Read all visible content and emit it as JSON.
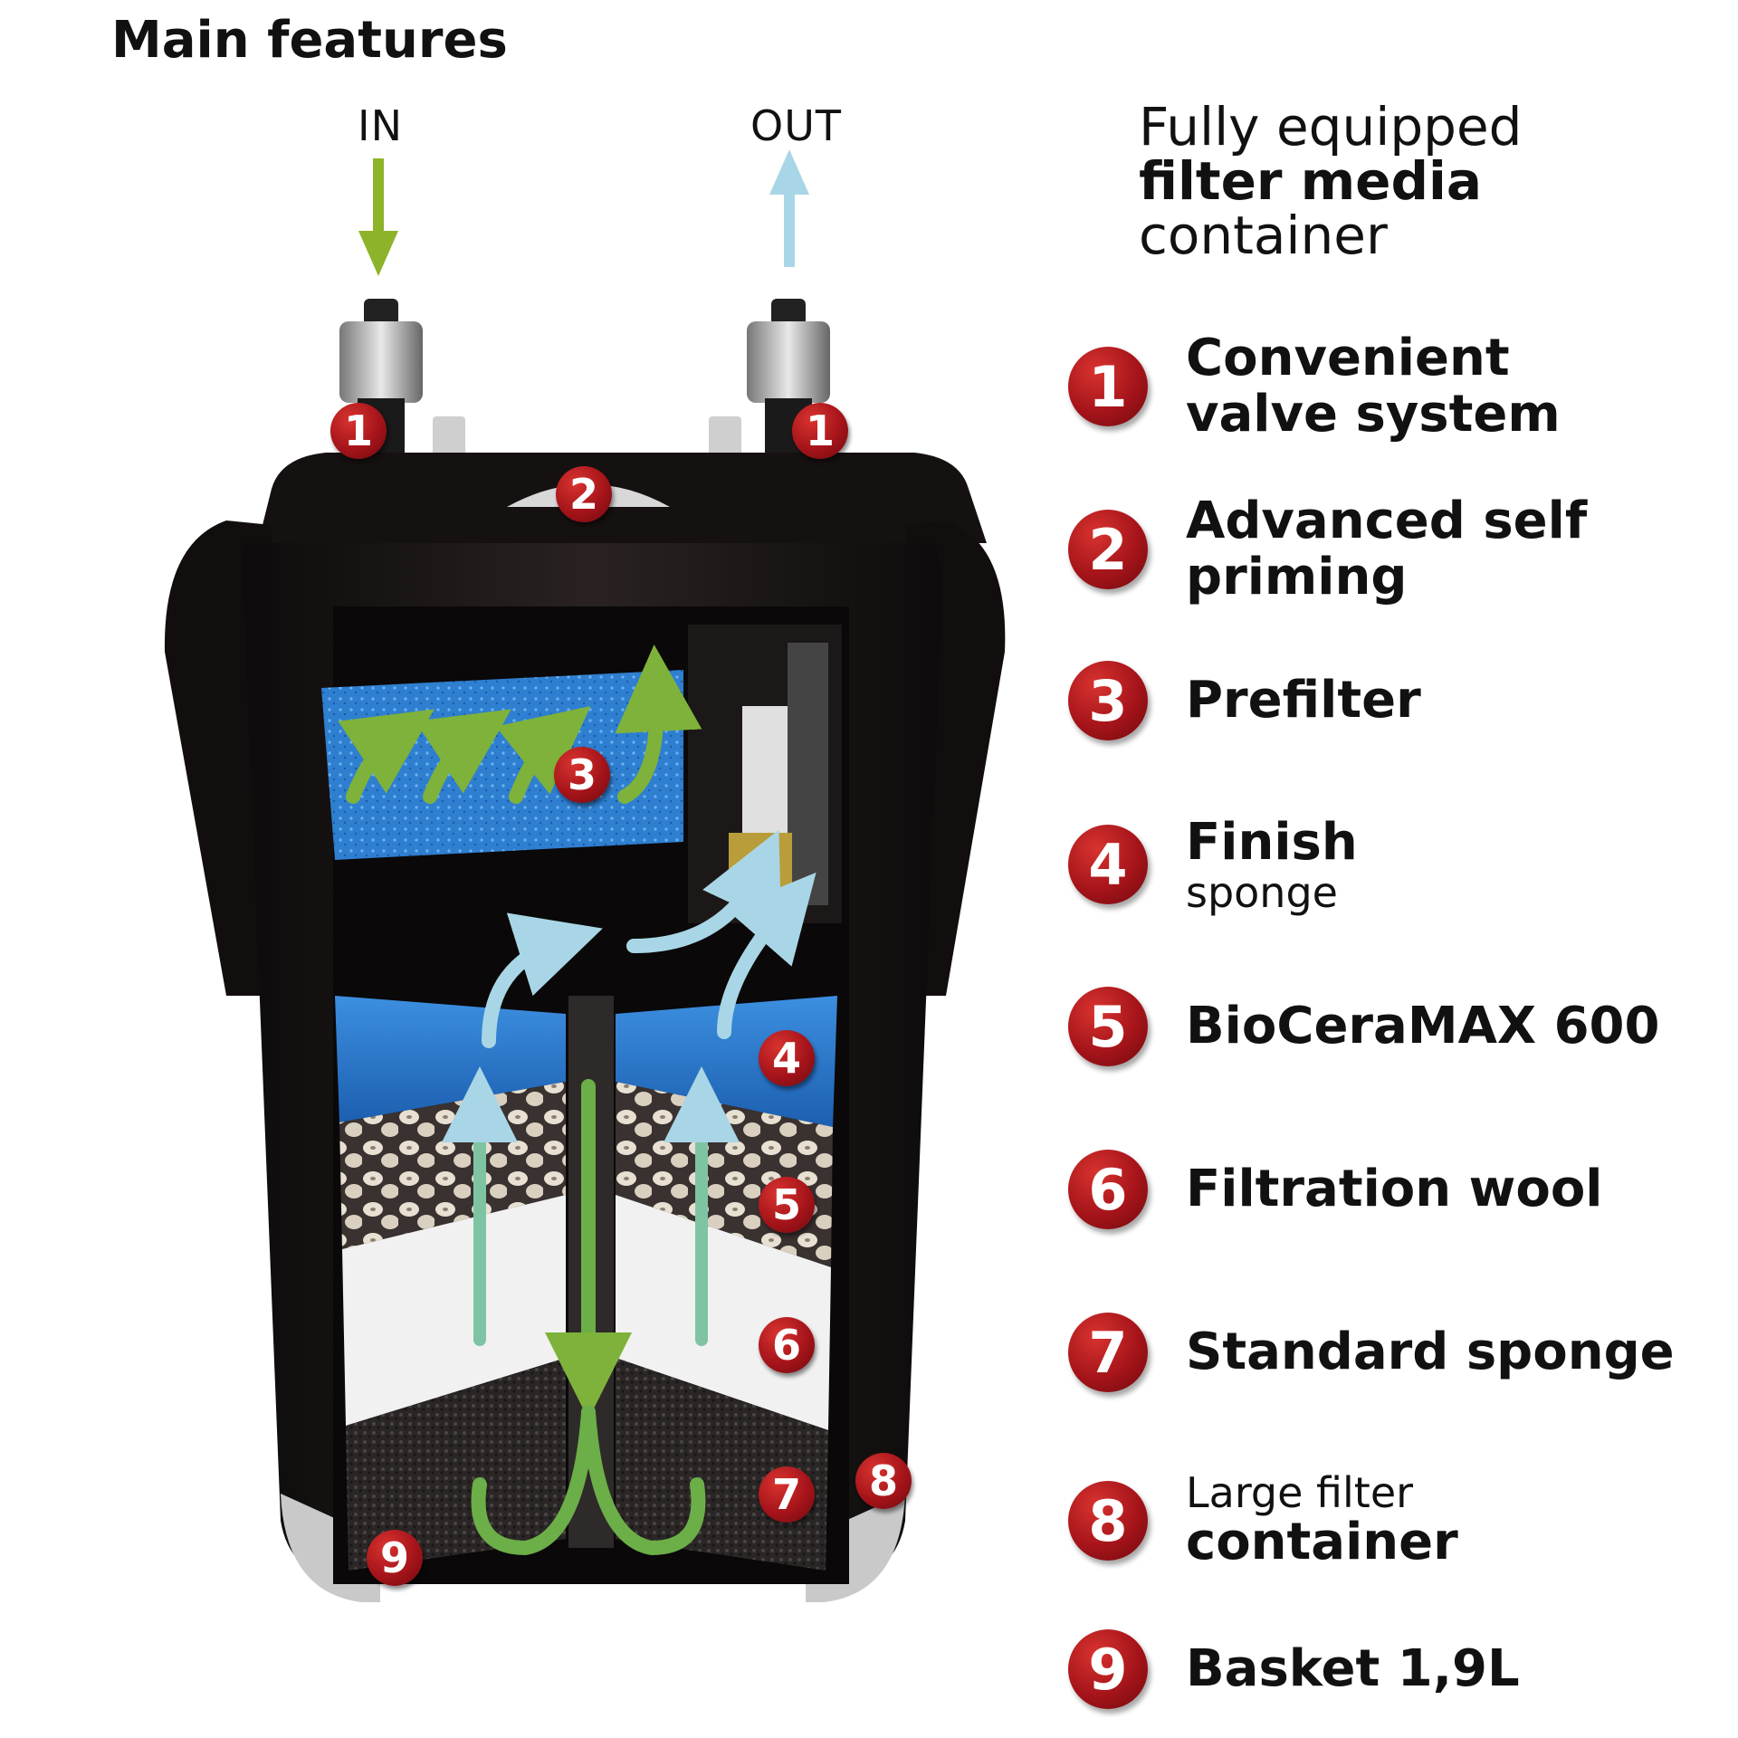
{
  "title": "Main features",
  "flow": {
    "in": "IN",
    "out": "OUT"
  },
  "heading": {
    "line1": "Fully equipped",
    "line2": "filter media",
    "line3": "container"
  },
  "features": [
    {
      "number": "1",
      "line1": "Convenient",
      "line2": "valve system"
    },
    {
      "number": "2",
      "line1": "Advanced self",
      "line2": "priming"
    },
    {
      "number": "3",
      "line1": "Prefilter"
    },
    {
      "number": "4",
      "line1": "Finish",
      "sub": "sponge"
    },
    {
      "number": "5",
      "line1": "BioCeraMAX 600"
    },
    {
      "number": "6",
      "line1": "Filtration wool"
    },
    {
      "number": "7",
      "line1": "Standard sponge"
    },
    {
      "number": "8",
      "pre": "Large filter",
      "line1": "container"
    },
    {
      "number": "9",
      "line1": "Basket 1,9L"
    }
  ],
  "colors": {
    "badge": "#a5141a",
    "in_arrow": "#8db32b",
    "out_arrow": "#a9d6e6",
    "filter_body": "#1a1414",
    "prefilter": "#2f7fd0",
    "wool": "#f1f1f1"
  }
}
